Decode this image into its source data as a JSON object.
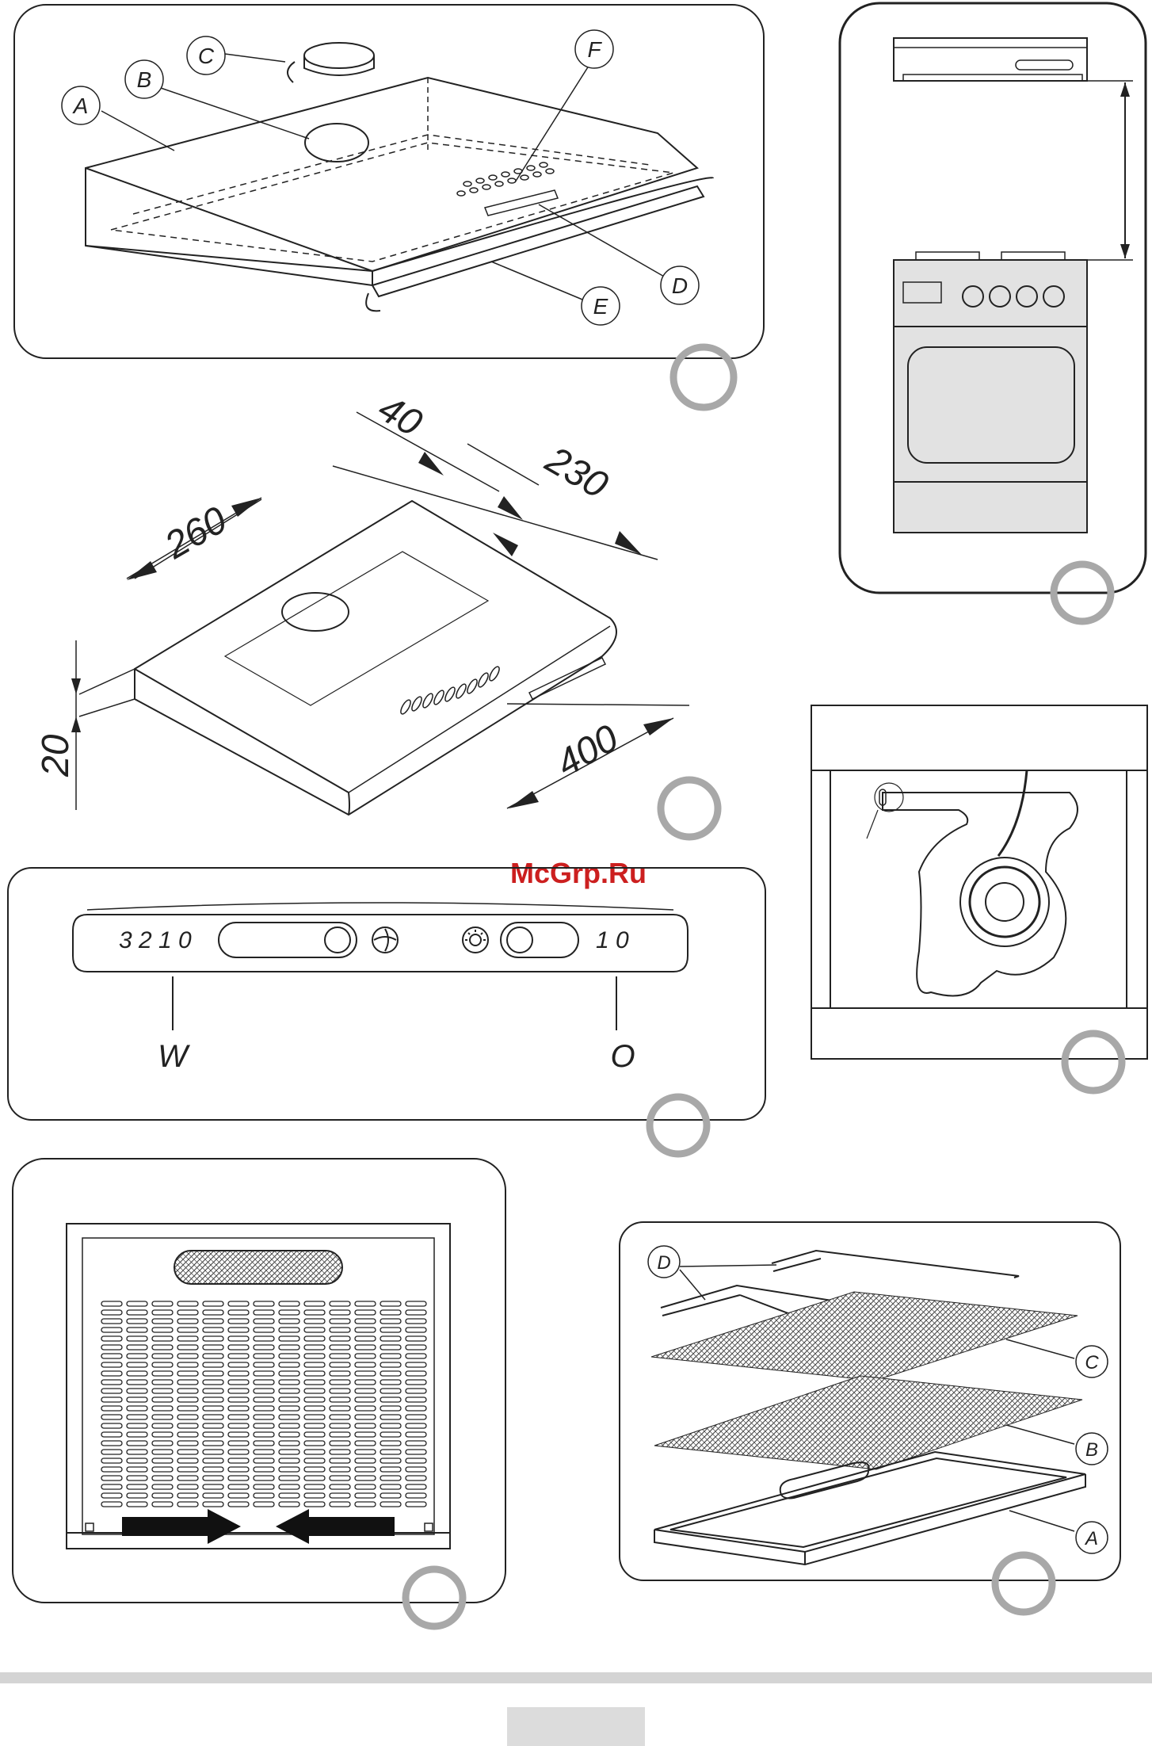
{
  "watermark": "McGrp.Ru",
  "panel_hood_parts": {
    "labels": [
      "A",
      "B",
      "C",
      "F",
      "D",
      "E"
    ]
  },
  "panel_dimensions": {
    "values": [
      "40",
      "230",
      "260",
      "20",
      "400"
    ]
  },
  "panel_controls": {
    "fan_speeds": "3 2 1 0",
    "light_states": "1 0",
    "label_left": "W",
    "label_right": "O",
    "fan_icon": "fan-icon",
    "light_icon": "light-bulb-icon"
  },
  "panel_filter_layers": {
    "labels": [
      "D",
      "C",
      "B",
      "A"
    ]
  },
  "colors": {
    "line": "#222222",
    "marker": "#a8a8a8",
    "watermark": "#cc1f1f",
    "panel_fill": "#e2e2e2",
    "footer_bar": "#d4d4d4"
  }
}
